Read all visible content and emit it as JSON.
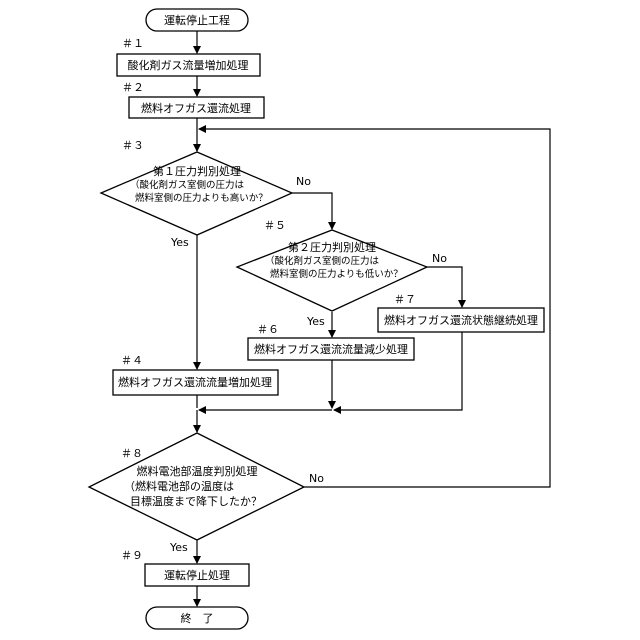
{
  "start": "運転停止工程",
  "end": "終　了",
  "steps": {
    "s1": {
      "num": "＃１",
      "label": "酸化剤ガス流量増加処理"
    },
    "s2": {
      "num": "＃２",
      "label": "燃料オフガス還流処理"
    },
    "s3": {
      "num": "＃３",
      "title": "第１圧力判別処理",
      "paren1": "（酸化剤ガス室側の圧力は",
      "paren2": "燃料室側の圧力よりも高いか？"
    },
    "s4": {
      "num": "＃４",
      "label": "燃料オフガス還流流量増加処理"
    },
    "s5": {
      "num": "＃５",
      "title": "第２圧力判別処理",
      "paren1": "（酸化剤ガス室側の圧力は",
      "paren2": "燃料室側の圧力よりも低いか？"
    },
    "s6": {
      "num": "＃６",
      "label": "燃料オフガス還流流量減少処理"
    },
    "s7": {
      "num": "＃７",
      "label": "燃料オフガス還流状態継続処理"
    },
    "s8": {
      "num": "＃８",
      "title": "燃料電池部温度判別処理",
      "paren1": "（燃料電池部の温度は",
      "paren2": "目標温度まで降下したか？"
    },
    "s9": {
      "num": "＃９",
      "label": "運転停止処理"
    }
  },
  "branches": {
    "yes": "Yes",
    "no": "No"
  }
}
